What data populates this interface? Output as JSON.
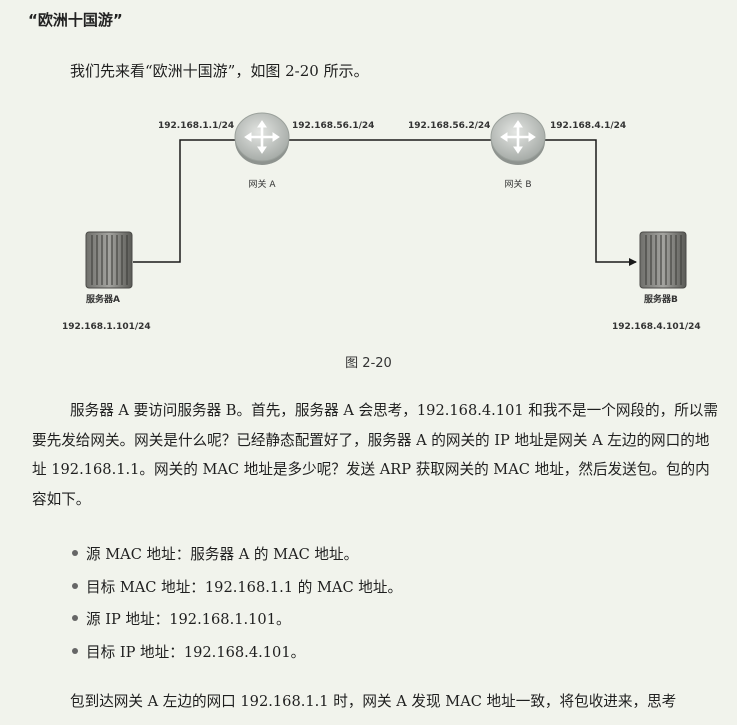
{
  "heading": "“欧洲十国游”",
  "intro": "我们先来看“欧洲十国游”，如图 2-20 所示。",
  "diagram": {
    "server_a": {
      "name": "服务器A",
      "ip": "192.168.1.101/24"
    },
    "server_b": {
      "name": "服务器B",
      "ip": "192.168.4.101/24"
    },
    "gateway_a": {
      "name": "网关 A",
      "left_port": "192.168.1.1/24",
      "right_port": "192.168.56.1/24"
    },
    "gateway_b": {
      "name": "网关 B",
      "left_port": "192.168.56.2/24",
      "right_port": "192.168.4.1/24"
    },
    "icons": {
      "server": "server-rack-icon",
      "router": "router-arrows-icon"
    },
    "colors": {
      "router_fill": "#c8ccc8",
      "router_edge": "#8e938f",
      "server_fill": "#8a8a86",
      "link": "#1a1a1a"
    }
  },
  "caption": "图 2-20",
  "paragraph": "服务器 A 要访问服务器 B。首先，服务器 A 会思考，192.168.4.101 和我不是一个网段的，所以需要先发给网关。网关是什么呢？已经静态配置好了，服务器 A 的网关的 IP 地址是网关 A 左边的网口的地址 192.168.1.1。网关的 MAC 地址是多少呢？发送 ARP 获取网关的 MAC 地址，然后发送包。包的内容如下。",
  "bullets": [
    "源 MAC 地址：服务器 A 的 MAC 地址。",
    "目标 MAC 地址：192.168.1.1 的 MAC 地址。",
    "源 IP 地址：192.168.1.101。",
    "目标 IP 地址：192.168.4.101。"
  ],
  "last_line": "包到达网关 A 左边的网口 192.168.1.1 时，网关 A 发现 MAC 地址一致，将包收进来，思考"
}
